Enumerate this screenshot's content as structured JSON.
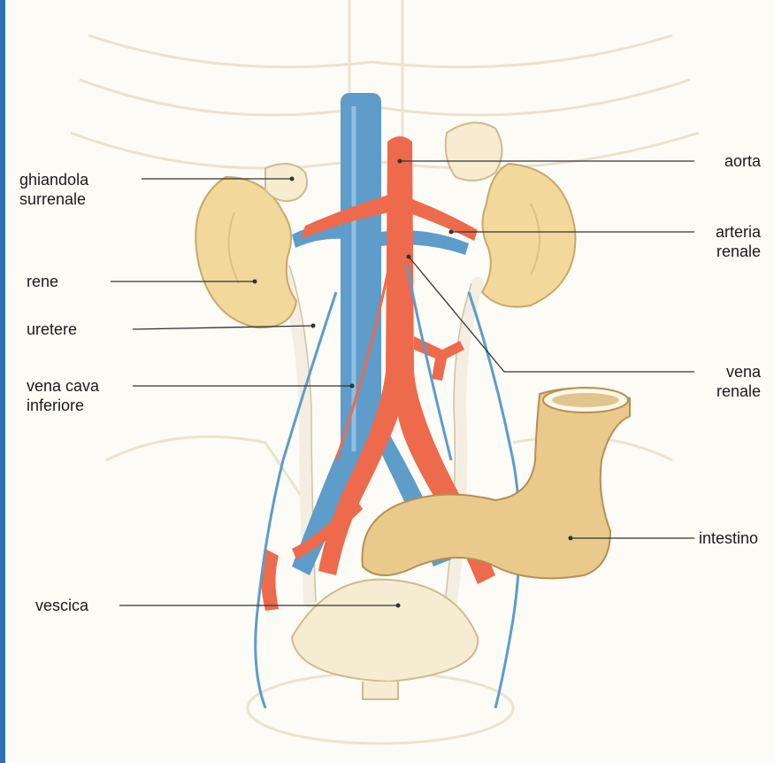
{
  "labels": {
    "ghiandola_surrenale": "ghiandola\nsurrenale",
    "aorta": "aorta",
    "arteria_renale": "arteria\nrenale",
    "rene": "rene",
    "uretere": "uretere",
    "vena_cava_inferiore": "vena cava\ninferiore",
    "vena_renale": "vena\nrenale",
    "intestino": "intestino",
    "vescica": "vescica"
  },
  "colors": {
    "artery": "#ee6a4c",
    "vein": "#5e9cc9",
    "kidney": "#f2d89a",
    "adrenal": "#f7ecd0",
    "intestine": "#e9c98c",
    "bladder": "#f6ecd2",
    "ureter": "#f7f2e6",
    "leader_line": "#333333"
  }
}
